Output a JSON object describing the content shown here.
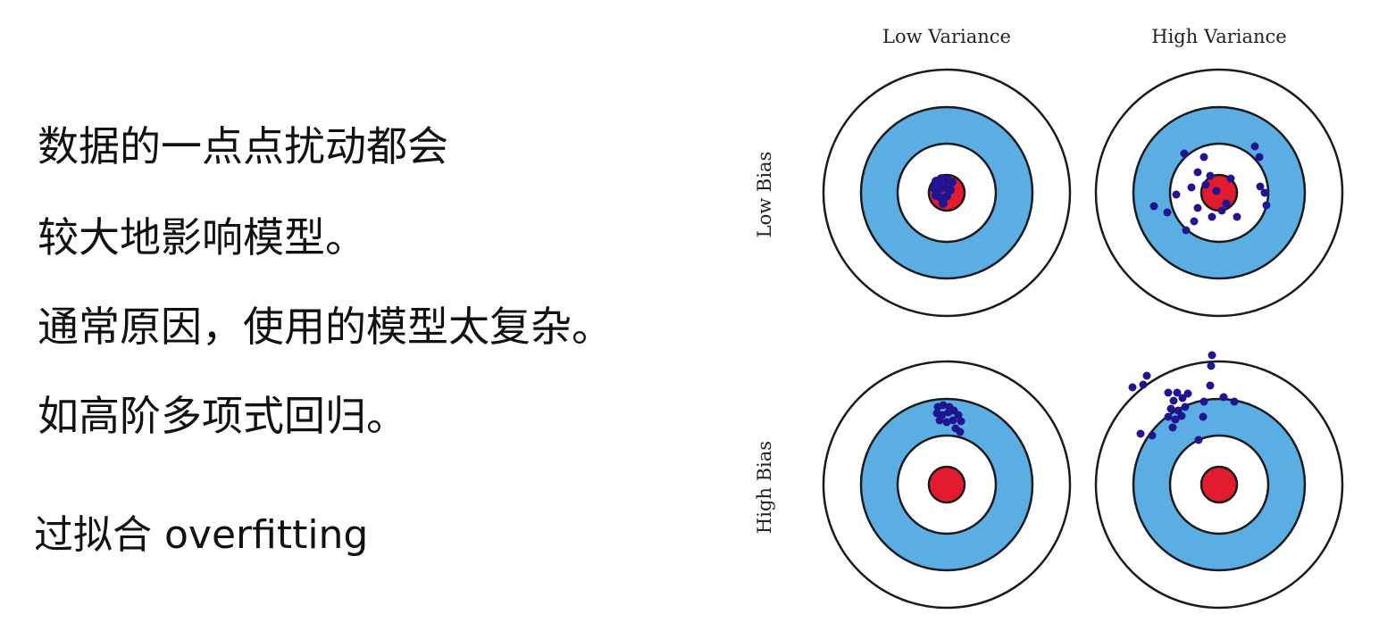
{
  "text": {
    "line1": "数据的一点点扰动都会",
    "line2": "较大地影响模型。",
    "line3": "通常原因，使用的模型太复杂。",
    "line4": "如高阶多项式回归。",
    "line5": "过拟合 overfitting"
  },
  "figure": {
    "col_labels": [
      "Low Variance",
      "High Variance"
    ],
    "row_labels": [
      "Low Bias",
      "High Bias"
    ],
    "colors": {
      "ring_stroke": "#1a1a1a",
      "ring_blue": "#5aaee3",
      "bullseye_red": "#e31b2e",
      "dot": "#1f1591",
      "background": "#ffffff"
    }
  }
}
